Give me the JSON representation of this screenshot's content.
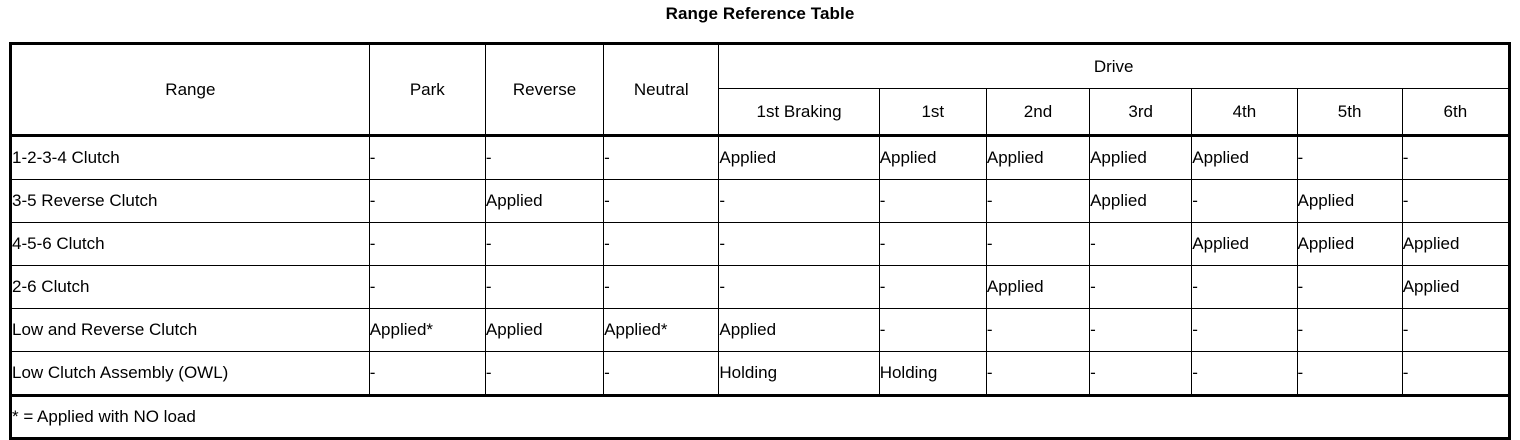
{
  "title": "Range Reference Table",
  "table": {
    "group_header": {
      "drive_label": "Drive"
    },
    "columns": [
      {
        "key": "range",
        "label": "Range"
      },
      {
        "key": "park",
        "label": "Park"
      },
      {
        "key": "rev",
        "label": "Reverse"
      },
      {
        "key": "neu",
        "label": "Neutral"
      },
      {
        "key": "d1b",
        "label": "1st Braking"
      },
      {
        "key": "d1",
        "label": "1st"
      },
      {
        "key": "d2",
        "label": "2nd"
      },
      {
        "key": "d3",
        "label": "3rd"
      },
      {
        "key": "d4",
        "label": "4th"
      },
      {
        "key": "d5",
        "label": "5th"
      },
      {
        "key": "d6",
        "label": "6th"
      }
    ],
    "rows": [
      {
        "range": "1-2-3-4 Clutch",
        "park": "-",
        "rev": "-",
        "neu": "-",
        "d1b": "Applied",
        "d1": "Applied",
        "d2": "Applied",
        "d3": "Applied",
        "d4": "Applied",
        "d5": "-",
        "d6": "-"
      },
      {
        "range": "3-5 Reverse Clutch",
        "park": "-",
        "rev": "Applied",
        "neu": "-",
        "d1b": "-",
        "d1": "-",
        "d2": "-",
        "d3": "Applied",
        "d4": "-",
        "d5": "Applied",
        "d6": "-"
      },
      {
        "range": "4-5-6 Clutch",
        "park": "-",
        "rev": "-",
        "neu": "-",
        "d1b": "-",
        "d1": "-",
        "d2": "-",
        "d3": "-",
        "d4": "Applied",
        "d5": "Applied",
        "d6": "Applied"
      },
      {
        "range": "2-6 Clutch",
        "park": "-",
        "rev": "-",
        "neu": "-",
        "d1b": "-",
        "d1": "-",
        "d2": "Applied",
        "d3": "-",
        "d4": "-",
        "d5": "-",
        "d6": "Applied"
      },
      {
        "range": "Low and Reverse Clutch",
        "park": "Applied*",
        "rev": "Applied",
        "neu": "Applied*",
        "d1b": "Applied",
        "d1": "-",
        "d2": "-",
        "d3": "-",
        "d4": "-",
        "d5": "-",
        "d6": "-"
      },
      {
        "range": "Low Clutch Assembly (OWL)",
        "park": "-",
        "rev": "-",
        "neu": "-",
        "d1b": "Holding",
        "d1": "Holding",
        "d2": "-",
        "d3": "-",
        "d4": "-",
        "d5": "-",
        "d6": "-"
      }
    ],
    "footnote": "* = Applied with NO load"
  },
  "colors": {
    "border": "#000000",
    "background": "#ffffff",
    "text": "#000000"
  }
}
